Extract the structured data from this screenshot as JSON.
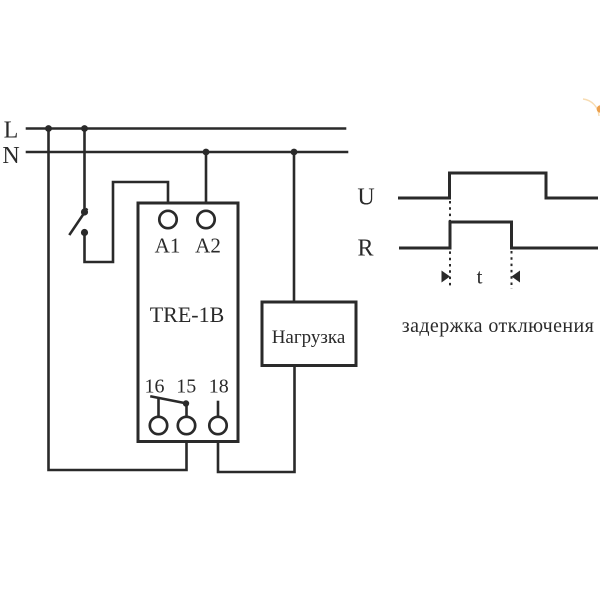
{
  "schematic": {
    "line_l_label": "L",
    "line_n_label": "N",
    "device": {
      "name": "TRE-1B",
      "terminal_a1": "A1",
      "terminal_a2": "A2",
      "terminal_16": "16",
      "terminal_15": "15",
      "terminal_18": "18"
    },
    "load_label": "Нагрузка"
  },
  "timing": {
    "u_label": "U",
    "r_label": "R",
    "t_label": "t",
    "caption": "задержка отключения"
  },
  "colors": {
    "wire": "#2a2a2a",
    "background": "#ffffff",
    "accent_orange": "#eda14e",
    "accent_faint": "#f7dcb2"
  }
}
